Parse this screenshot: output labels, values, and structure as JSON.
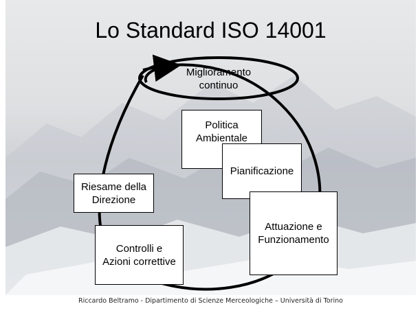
{
  "slide": {
    "title": "Lo Standard ISO 14001",
    "footer": "Riccardo Beltramo - Dipartimento di Scienze Merceologiche – Università di Torino"
  },
  "diagram": {
    "center": "Miglioramento\ncontinuo",
    "steps": [
      "Politica\nAmbientale",
      "Pianificazione",
      "Attuazione e\nFunzionamento",
      "Controlli e\nAzioni correttive",
      "Riesame della\nDirezione"
    ]
  },
  "colors": {
    "background": "#e0e1e3",
    "mountain_shadow": "#a9aeb6",
    "box_fill": "#ffffff",
    "stroke": "#000000"
  }
}
